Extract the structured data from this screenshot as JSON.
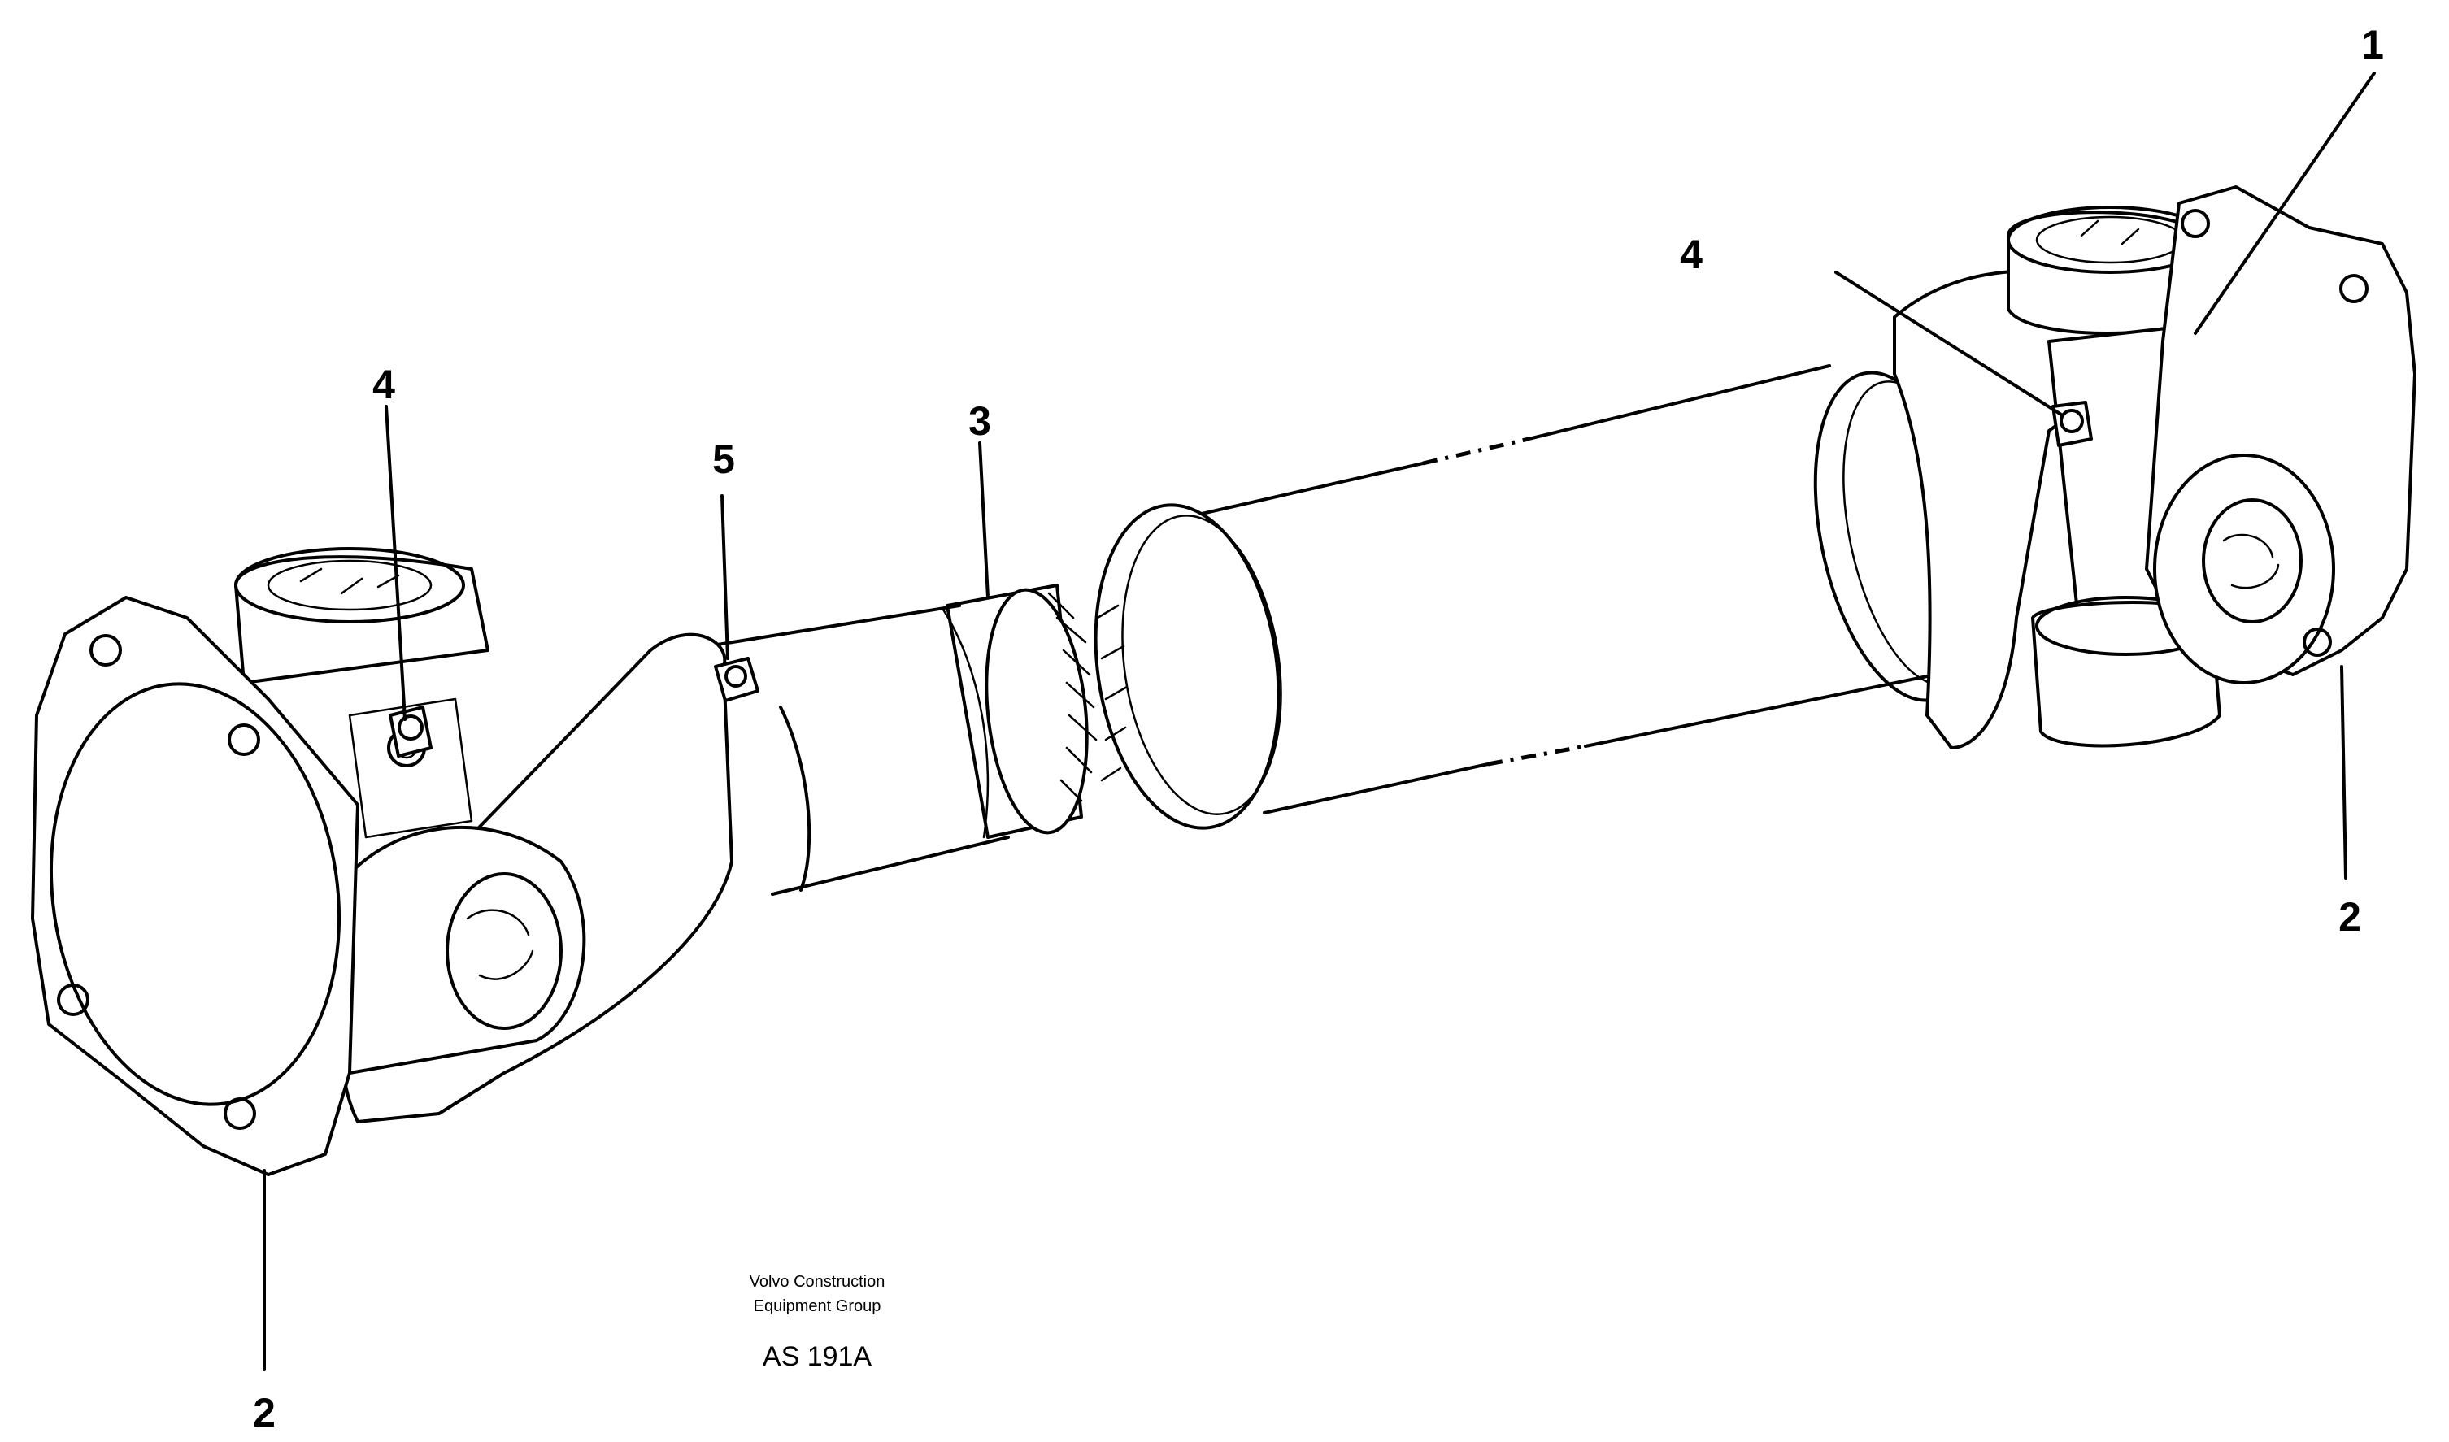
{
  "callouts": [
    "1",
    "2",
    "3",
    "4",
    "5"
  ],
  "credit": {
    "line1": "Volvo Construction",
    "line2": "Equipment Group"
  },
  "figure_code": "AS 191A",
  "ink_color": "#000000",
  "paper_color": "#ffffff"
}
